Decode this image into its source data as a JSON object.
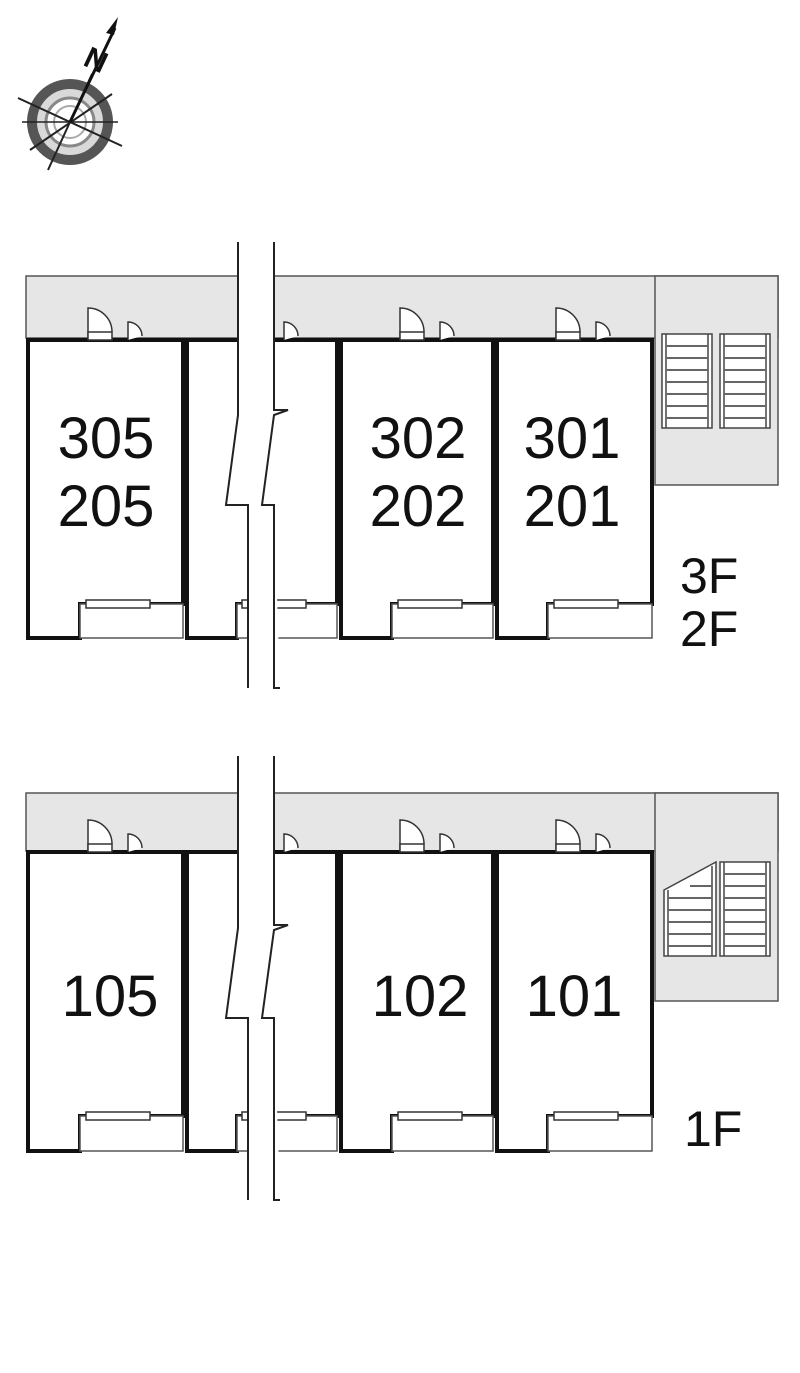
{
  "compass": {
    "letter": "N"
  },
  "upper_plan": {
    "floor_labels": [
      "3F",
      "2F"
    ],
    "units": [
      {
        "top": "305",
        "bottom": "205"
      },
      {
        "top": "302",
        "bottom": "202"
      },
      {
        "top": "301",
        "bottom": "201"
      }
    ]
  },
  "lower_plan": {
    "floor_labels": [
      "1F"
    ],
    "units": [
      {
        "top": "105"
      },
      {
        "top": "102"
      },
      {
        "top": "101"
      }
    ]
  }
}
